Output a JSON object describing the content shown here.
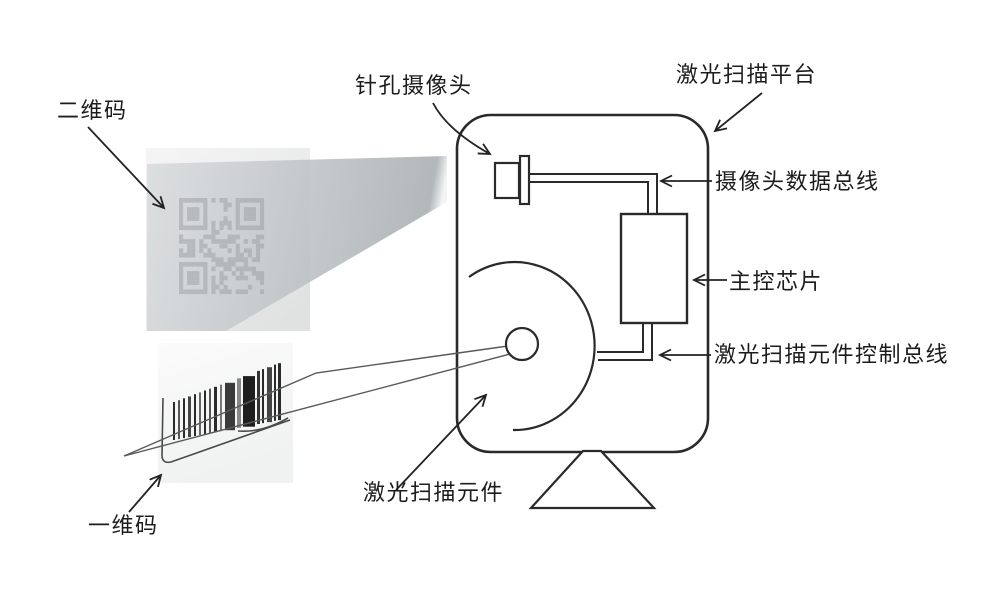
{
  "figure": {
    "labels": {
      "qr_code": "二维码",
      "pinhole_camera": "针孔摄像头",
      "laser_platform": "激光扫描平台",
      "camera_data_bus": "摄像头数据总线",
      "main_chip": "主控芯片",
      "laser_element_control_bus": "激光扫描元件控制总线",
      "laser_element": "激光扫描元件",
      "barcode_1d": "一维码"
    },
    "colors": {
      "background": "#ffffff",
      "line": "#2a2a2a",
      "text": "#1c1c1c",
      "beam_gray": "#bfc4c7",
      "card_gray": "#e9eaea"
    }
  }
}
